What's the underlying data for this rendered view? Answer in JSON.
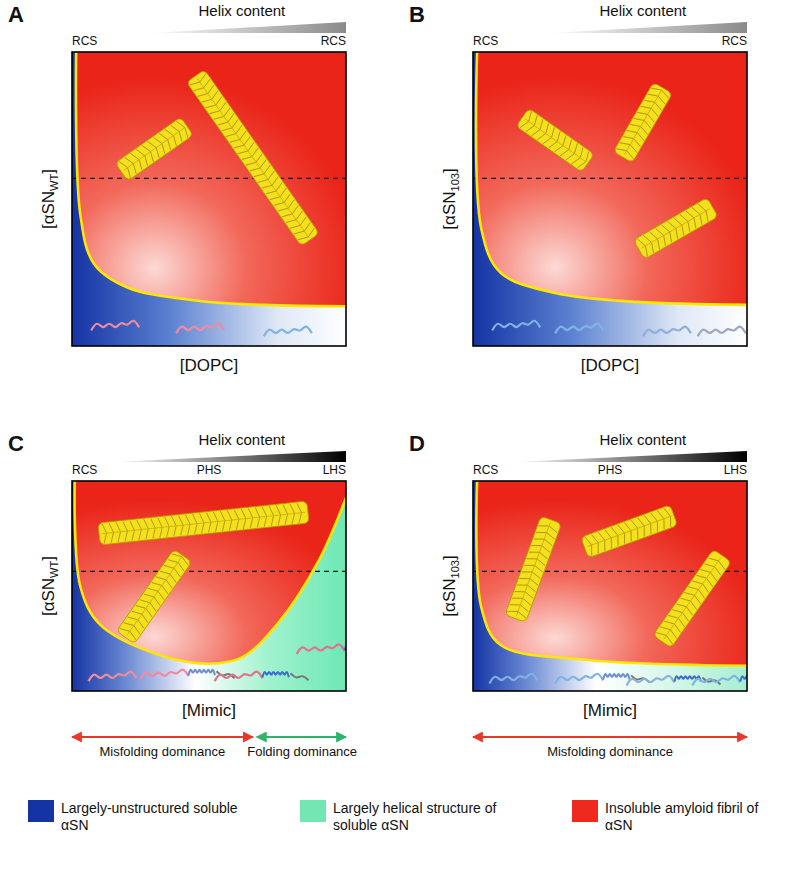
{
  "diagram": {
    "labels": [
      "A",
      "Helix content",
      "RCS",
      "RCS",
      "[αSNWT]",
      "[DOPC]",
      "B",
      "Helix content",
      "RCS",
      "RCS",
      "[αSN103]",
      "[DOPC]",
      "C",
      "Helix content",
      "RCS",
      "PHS",
      "LHS",
      "[αSNWT]",
      "[Mimic]",
      "Misfolding dominance",
      "Folding dominance",
      "D",
      "Helix content",
      "RCS",
      "PHS",
      "LHS",
      "[αSN103]",
      "[Mimic]",
      "Misfolding dominance"
    ],
    "legend": [
      {
        "text": "Largely-unstructured soluble αSN",
        "color": "#1434a4"
      },
      {
        "text": "Largely helical structure of soluble αSN",
        "color": "#74e6b4"
      },
      {
        "text": "Insoluble amyloid fibril of αSN",
        "color": "#ee2a1e"
      }
    ]
  }
}
